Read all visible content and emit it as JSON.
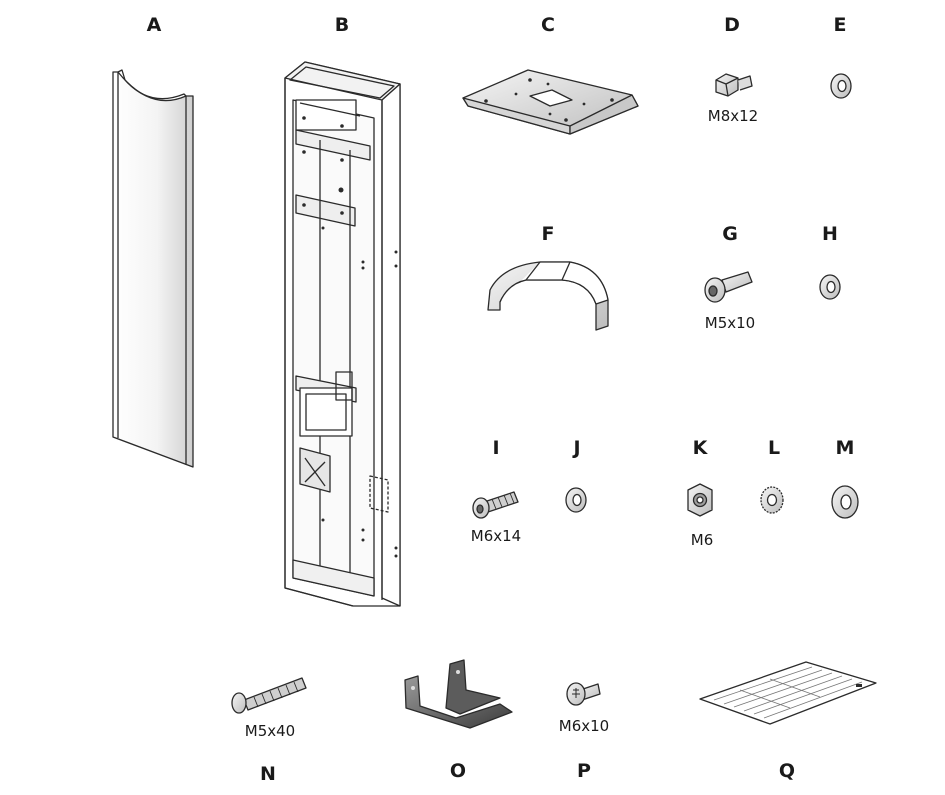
{
  "parts": [
    {
      "letter": "A",
      "size": ""
    },
    {
      "letter": "B",
      "size": ""
    },
    {
      "letter": "C",
      "size": ""
    },
    {
      "letter": "D",
      "size": "M8x12"
    },
    {
      "letter": "E",
      "size": ""
    },
    {
      "letter": "F",
      "size": ""
    },
    {
      "letter": "G",
      "size": "M5x10"
    },
    {
      "letter": "H",
      "size": ""
    },
    {
      "letter": "I",
      "size": "M6x14"
    },
    {
      "letter": "J",
      "size": ""
    },
    {
      "letter": "K",
      "size": "M6"
    },
    {
      "letter": "L",
      "size": ""
    },
    {
      "letter": "M",
      "size": ""
    },
    {
      "letter": "N",
      "size": "M5x40"
    },
    {
      "letter": "O",
      "size": ""
    },
    {
      "letter": "P",
      "size": "M6x10"
    },
    {
      "letter": "Q",
      "size": ""
    }
  ],
  "colors": {
    "line": "#2b2b2b",
    "fill": "#ffffff",
    "shade": "#e6e6e6",
    "dark": "#555555"
  }
}
